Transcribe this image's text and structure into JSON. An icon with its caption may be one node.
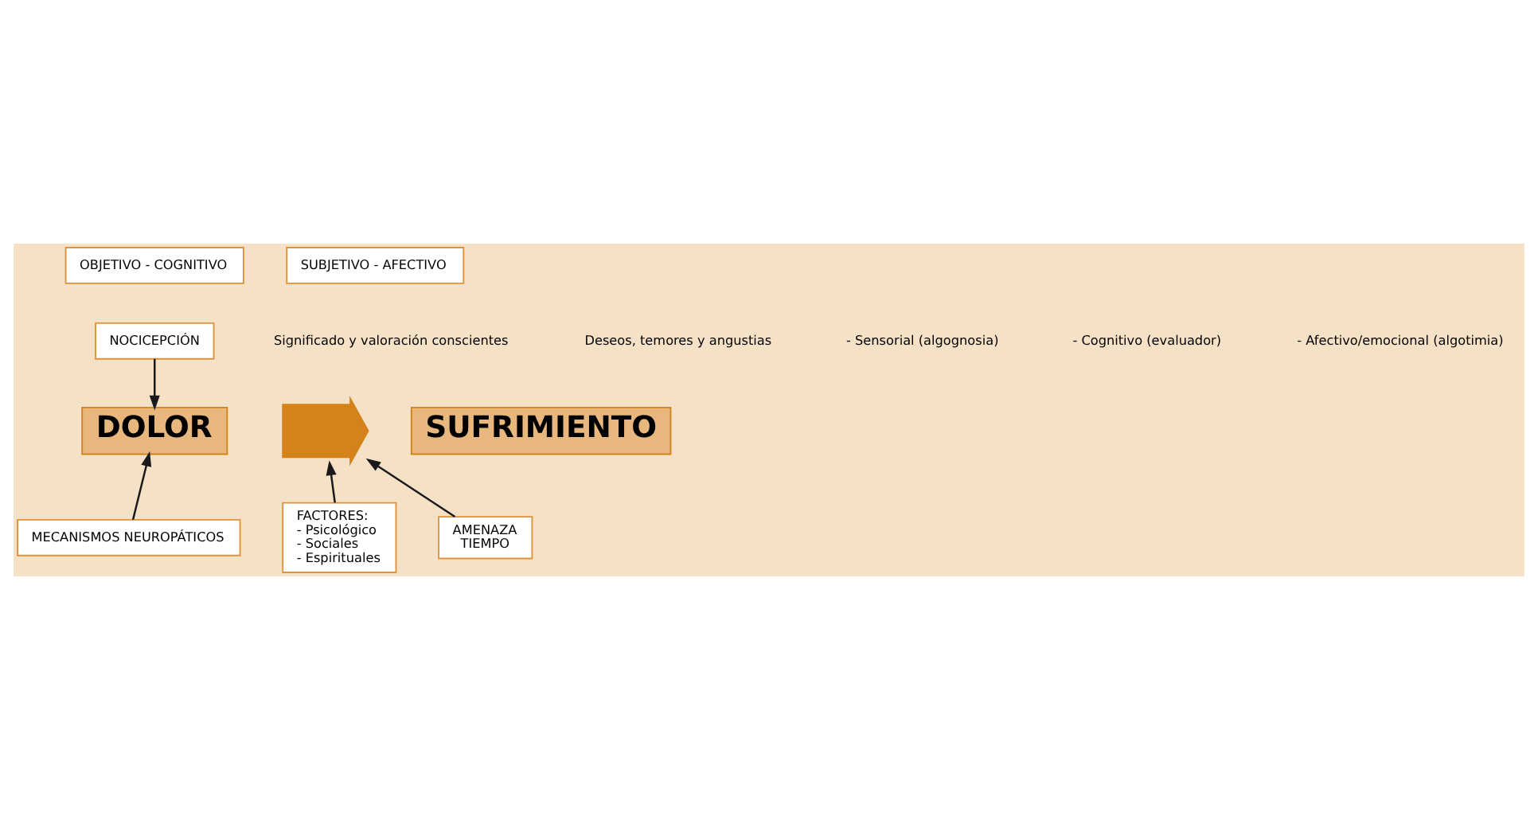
{
  "diagram": {
    "nodes": [
      {
        "text": [
          "OBJETIVO - COGNITIVO"
        ]
      },
      {
        "text": [
          "SUBJETIVO - AFECTIVO"
        ]
      },
      {
        "text": [
          "NOCICEPCIÓN"
        ]
      },
      {
        "text": [
          "DOLOR"
        ]
      },
      {
        "text": [],
        "shape": "arrow"
      },
      {
        "text": [
          "SUFRIMIENTO"
        ]
      },
      {
        "text": [
          "AMENAZA",
          "TIEMPO"
        ]
      },
      {
        "text": [
          "FACTORES:",
          "- Psicológico",
          "- Sociales",
          "- Espirituales"
        ]
      },
      {
        "text": [
          "MECANISMOS NEUROPÁTICOS"
        ]
      }
    ],
    "edges": [
      {
        "from": 2,
        "to": 3,
        "arrow": "to"
      },
      {
        "from": 8,
        "to": 3,
        "arrow": "to"
      },
      {
        "from": 7,
        "to": 4,
        "arrow": "to"
      },
      {
        "from": 6,
        "to": 4,
        "arrow": "to"
      }
    ],
    "labels": [
      "Significado y valoración conscientes",
      "Deseos, temores y angustias",
      "- Sensorial (algognosia)",
      "- Cognitivo (evaluador)",
      "- Afectivo/emocional (algotimia)"
    ]
  }
}
